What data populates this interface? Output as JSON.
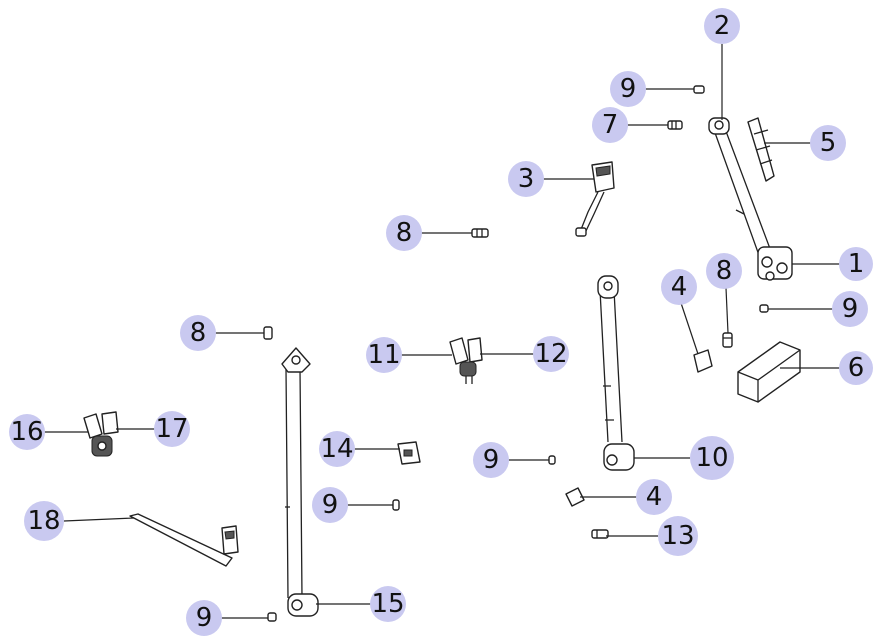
{
  "diagram": {
    "badge_color": "#c9c9f0",
    "line_color": "#222222",
    "callouts": [
      {
        "id": "c-2",
        "label": "2"
      },
      {
        "id": "c-9-a",
        "label": "9"
      },
      {
        "id": "c-7",
        "label": "7"
      },
      {
        "id": "c-5",
        "label": "5"
      },
      {
        "id": "c-3",
        "label": "3"
      },
      {
        "id": "c-8-a",
        "label": "8"
      },
      {
        "id": "c-1",
        "label": "1"
      },
      {
        "id": "c-8-b",
        "label": "8"
      },
      {
        "id": "c-4-a",
        "label": "4"
      },
      {
        "id": "c-9-b",
        "label": "9"
      },
      {
        "id": "c-8-c",
        "label": "8"
      },
      {
        "id": "c-11",
        "label": "11"
      },
      {
        "id": "c-12",
        "label": "12"
      },
      {
        "id": "c-6",
        "label": "6"
      },
      {
        "id": "c-16",
        "label": "16"
      },
      {
        "id": "c-17",
        "label": "17"
      },
      {
        "id": "c-14",
        "label": "14"
      },
      {
        "id": "c-9-c",
        "label": "9"
      },
      {
        "id": "c-10",
        "label": "10"
      },
      {
        "id": "c-9-d",
        "label": "9"
      },
      {
        "id": "c-4-b",
        "label": "4"
      },
      {
        "id": "c-18",
        "label": "18"
      },
      {
        "id": "c-13",
        "label": "13"
      },
      {
        "id": "c-9-e",
        "label": "9"
      },
      {
        "id": "c-15",
        "label": "15"
      }
    ]
  }
}
